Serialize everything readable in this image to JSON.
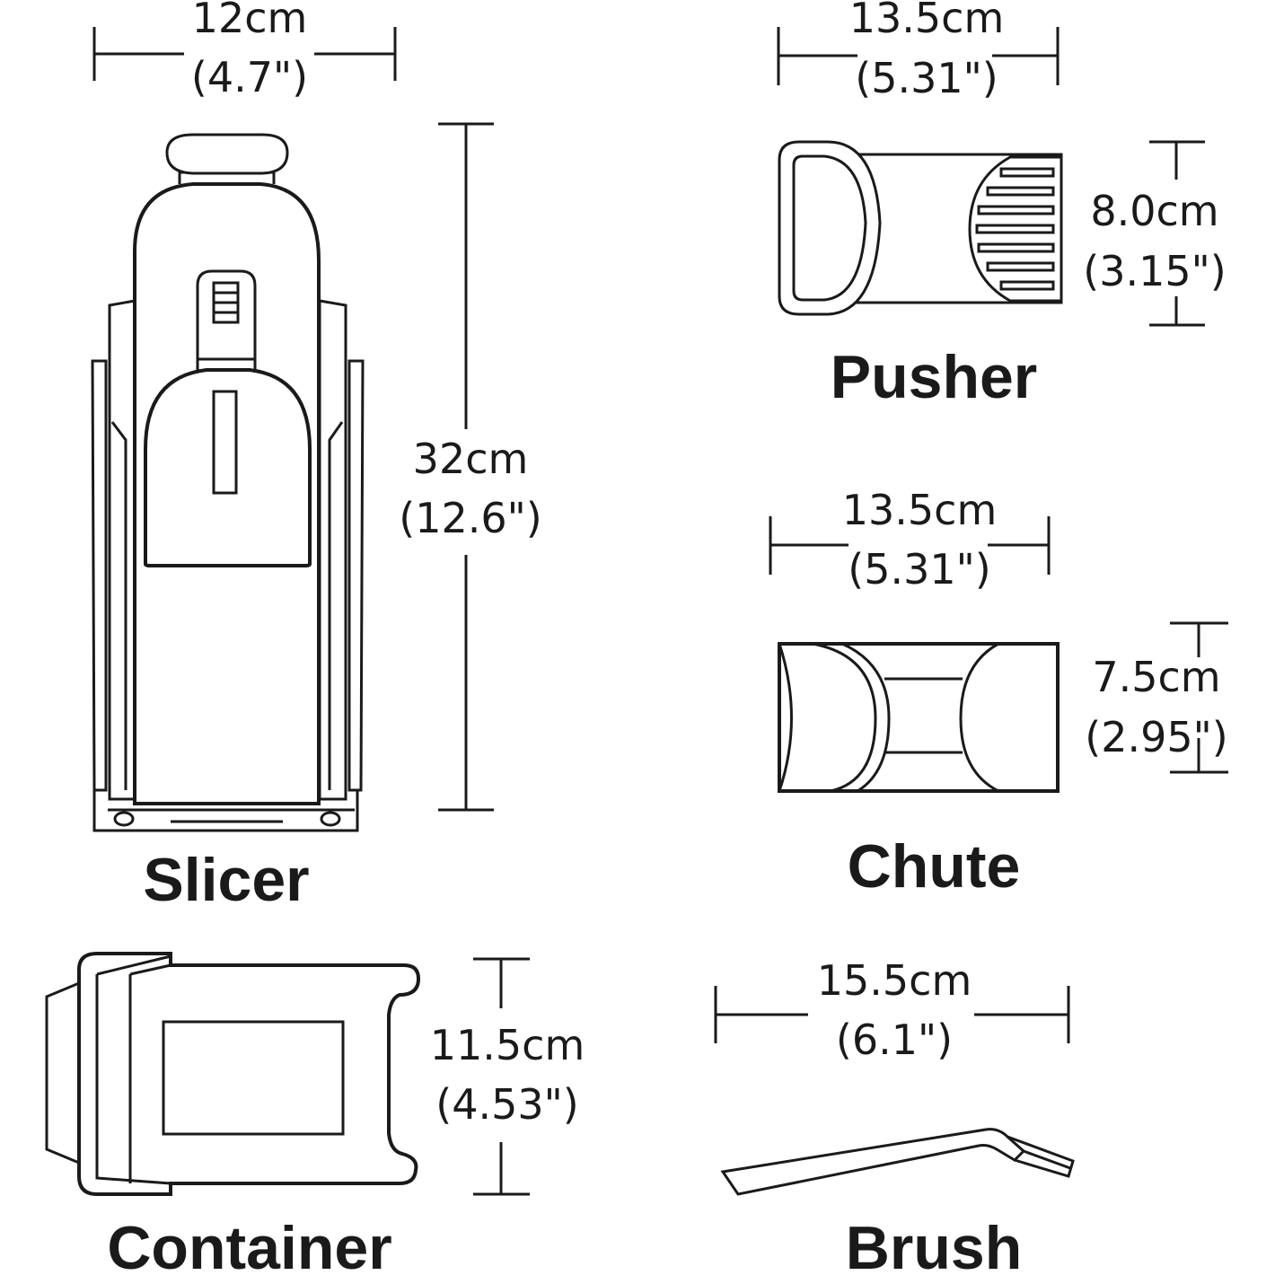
{
  "products": {
    "slicer": {
      "label": "Slicer",
      "width": {
        "metric": "12cm",
        "imperial": "(4.7\")"
      },
      "height": {
        "metric": "32cm",
        "imperial": "(12.6\")"
      }
    },
    "pusher": {
      "label": "Pusher",
      "width": {
        "metric": "13.5cm",
        "imperial": "(5.31\")"
      },
      "height": {
        "metric": "8.0cm",
        "imperial": "(3.15\")"
      }
    },
    "chute": {
      "label": "Chute",
      "width": {
        "metric": "13.5cm",
        "imperial": "(5.31\")"
      },
      "height": {
        "metric": "7.5cm",
        "imperial": "(2.95\")"
      }
    },
    "container": {
      "label": "Container",
      "height": {
        "metric": "11.5cm",
        "imperial": "(4.53\")"
      }
    },
    "brush": {
      "label": "Brush",
      "width": {
        "metric": "15.5cm",
        "imperial": "(6.1\")"
      }
    }
  }
}
